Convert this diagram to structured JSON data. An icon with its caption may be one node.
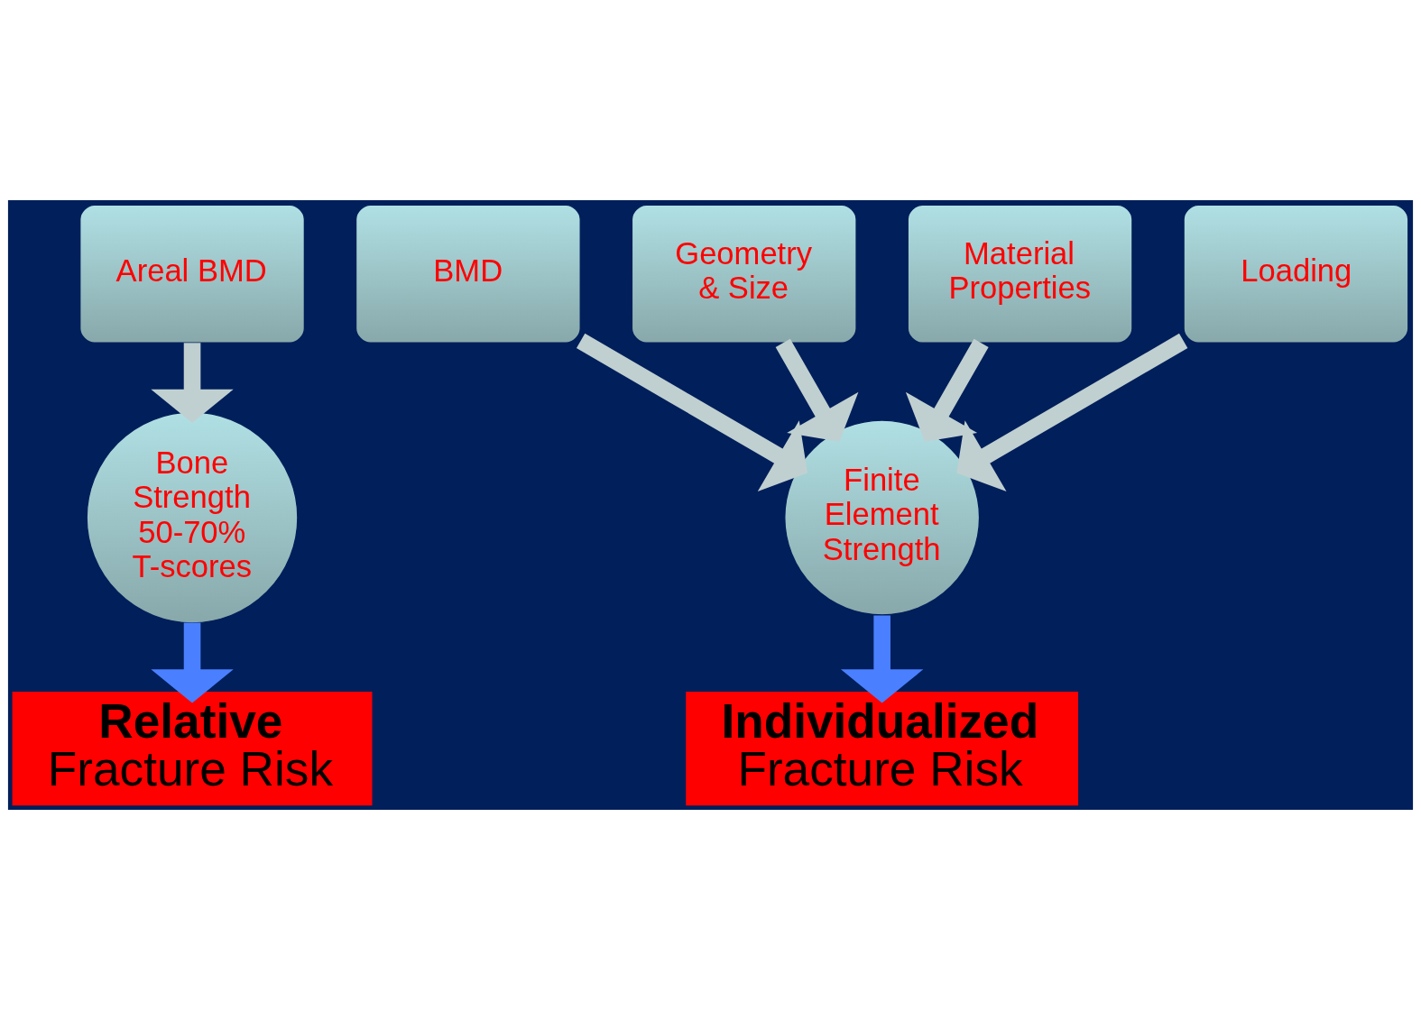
{
  "diagram": {
    "nodes": [
      {
        "text": [
          "Areal BMD"
        ]
      },
      {
        "text": [
          "Bone Strength",
          "50-70%",
          "T-scores"
        ]
      },
      {
        "text": [
          "Relative",
          "Fracture Risk"
        ]
      },
      {
        "text": [
          "Geometry & Size"
        ]
      },
      {
        "text": [
          "Material Properties"
        ]
      },
      {
        "text": [
          "BMD"
        ]
      },
      {
        "text": [
          "Finite Element Strength"
        ]
      },
      {
        "text": [
          "Loading"
        ]
      },
      {
        "text": [
          "Individualized",
          "Fracture Risk"
        ]
      }
    ],
    "edges": [
      {
        "from": 0,
        "to": 1,
        "arrow": "to"
      },
      {
        "from": 1,
        "to": 2,
        "arrow": "to",
        "color": "#4a80ff"
      },
      {
        "from": 3,
        "to": 6,
        "arrow": "to"
      },
      {
        "from": 4,
        "to": 6,
        "arrow": "to"
      },
      {
        "from": 5,
        "to": 6,
        "arrow": "to"
      },
      {
        "from": 7,
        "to": 6,
        "arrow": "to"
      },
      {
        "from": 6,
        "to": 8,
        "arrow": "to",
        "color": "#4a80ff"
      }
    ]
  }
}
